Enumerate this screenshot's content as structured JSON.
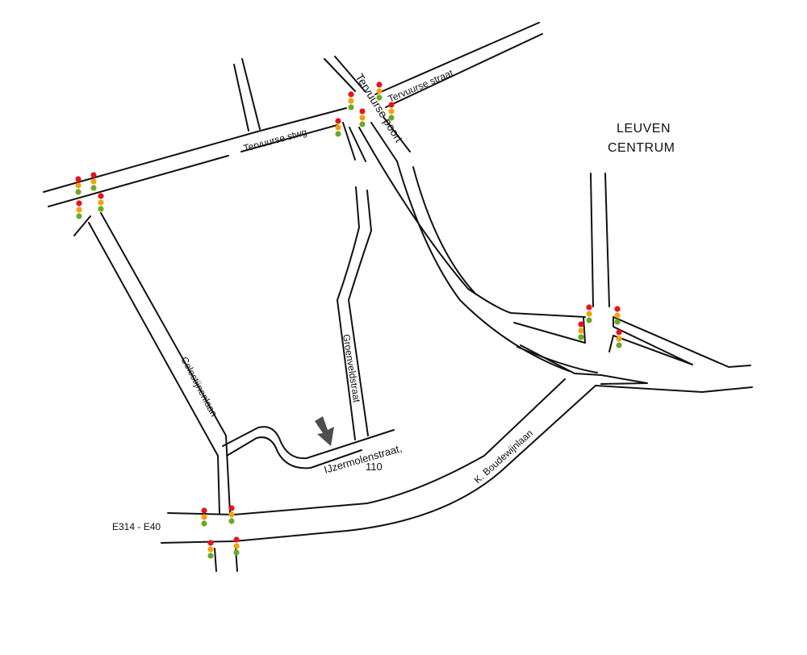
{
  "area_label": {
    "line1": "LEUVEN",
    "line2": "CENTRUM"
  },
  "streets": {
    "tervuurse_stwg": "Tervuurse stwg",
    "tervuurse_poort": "Tervuurse poort",
    "tervuurse_straat": "Tervuurse straat",
    "celestijnenlaan": "Celestijnenlaan",
    "groenveldstraat": "Groenveldstraat",
    "boudewijnlaan": "K. Boudewijnlaan",
    "highway": "E314 - E40"
  },
  "destination": {
    "line1": "IJzermolenstraat,",
    "line2": "110"
  },
  "colors": {
    "road": "#111111",
    "arrow": "#4d4d4d",
    "light_red": "#e8141b",
    "light_amber": "#f2a20c",
    "light_green": "#6aa92a"
  },
  "icons": {
    "destination": "down-arrow-icon",
    "traffic_light": "traffic-light-icon"
  }
}
